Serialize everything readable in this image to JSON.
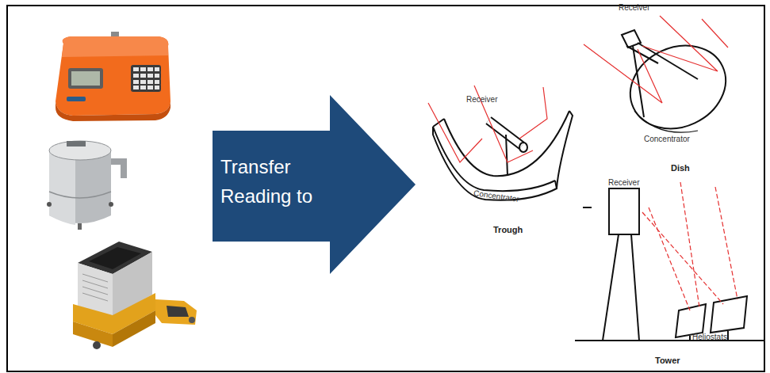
{
  "diagram": {
    "nodes": [
      {
        "text": [
          "Transfer Reading to"
        ]
      }
    ],
    "labels": [
      "Receiver",
      "Concentrator",
      "Trough",
      "Receiver",
      "Concentrator",
      "Dish",
      "Receiver",
      "Heliostats",
      "Tower"
    ]
  }
}
